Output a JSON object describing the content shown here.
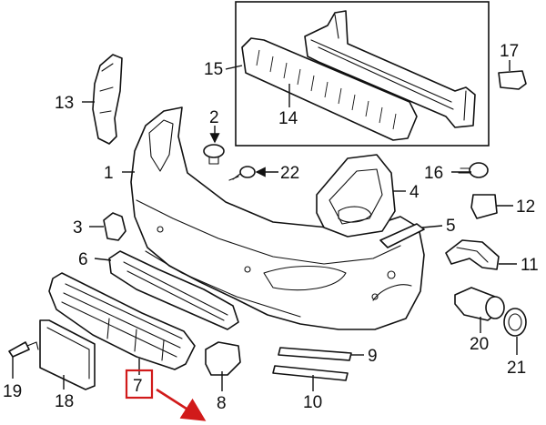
{
  "callouts": {
    "c1": "1",
    "c2": "2",
    "c3": "3",
    "c4": "4",
    "c5": "5",
    "c6": "6",
    "c7": "7",
    "c8": "8",
    "c9": "9",
    "c10": "10",
    "c11": "11",
    "c12": "12",
    "c13": "13",
    "c14": "14",
    "c15": "15",
    "c16": "16",
    "c17": "17",
    "c18": "18",
    "c19": "19",
    "c20": "20",
    "c21": "21",
    "c22": "22"
  },
  "highlight": {
    "box_color": "#d11a1a",
    "arrow_color": "#d11a1a"
  }
}
